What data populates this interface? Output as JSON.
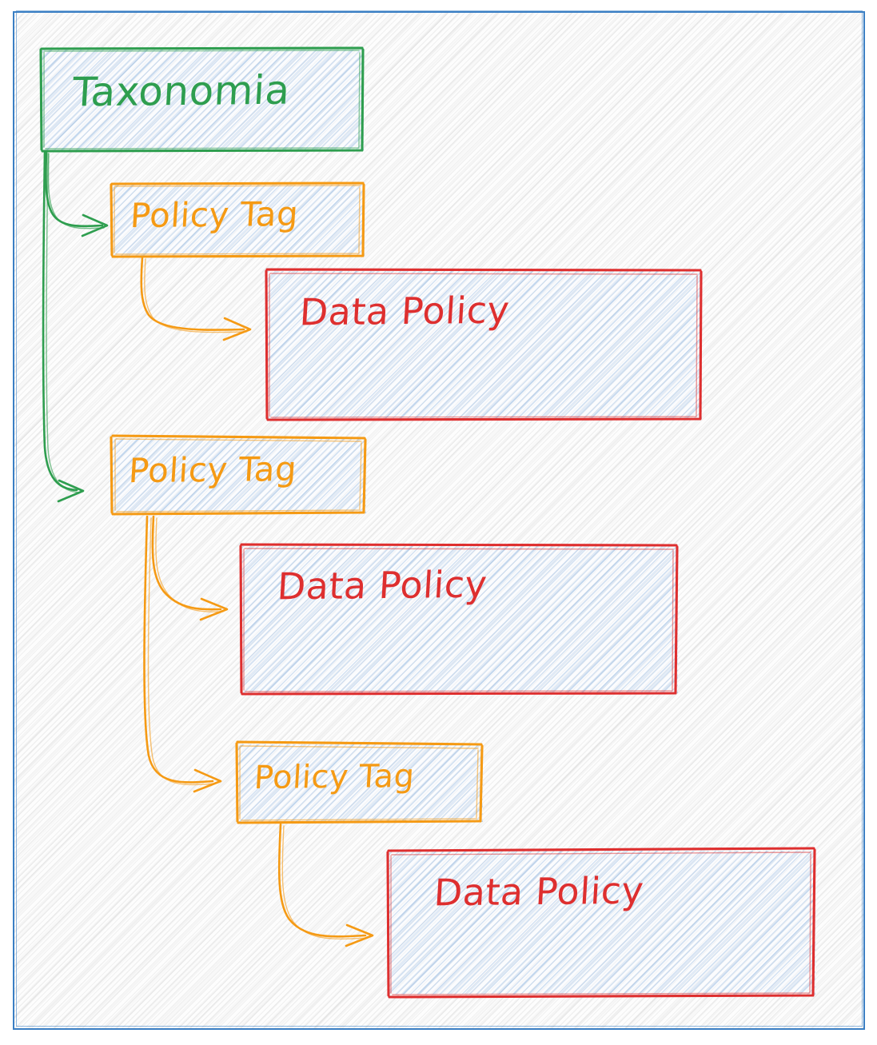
{
  "diagram": {
    "type": "hand-drawn-hierarchy",
    "title_node": "Taxonomia",
    "colors": {
      "taxonomy": "#2e9e4f",
      "policy_tag": "#f59a14",
      "data_policy": "#de2f2f",
      "frame": "#3b7fc4",
      "node_fill": "#eaf1fa",
      "background": "#fdfdfd"
    },
    "nodes": [
      {
        "id": "taxonomia",
        "label": "Taxonomia",
        "kind": "taxonomy"
      },
      {
        "id": "policy-tag-1",
        "label": "Policy Tag",
        "kind": "policy-tag"
      },
      {
        "id": "data-policy-1",
        "label": "Data Policy",
        "kind": "data-policy"
      },
      {
        "id": "policy-tag-2",
        "label": "Policy Tag",
        "kind": "policy-tag"
      },
      {
        "id": "data-policy-2",
        "label": "Data Policy",
        "kind": "data-policy"
      },
      {
        "id": "policy-tag-3",
        "label": "Policy Tag",
        "kind": "policy-tag"
      },
      {
        "id": "data-policy-3",
        "label": "Data Policy",
        "kind": "data-policy"
      }
    ],
    "edges": [
      {
        "from": "taxonomia",
        "to": "policy-tag-1",
        "color": "#2e9e4f"
      },
      {
        "from": "taxonomia",
        "to": "policy-tag-2",
        "color": "#2e9e4f"
      },
      {
        "from": "policy-tag-1",
        "to": "data-policy-1",
        "color": "#f59a14"
      },
      {
        "from": "policy-tag-2",
        "to": "data-policy-2",
        "color": "#f59a14"
      },
      {
        "from": "policy-tag-2",
        "to": "policy-tag-3",
        "color": "#f59a14"
      },
      {
        "from": "policy-tag-3",
        "to": "data-policy-3",
        "color": "#f59a14"
      }
    ]
  }
}
